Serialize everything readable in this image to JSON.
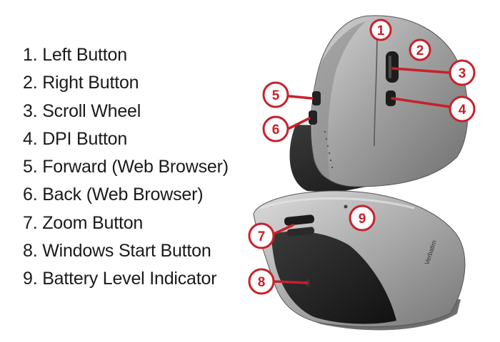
{
  "legend": {
    "items": [
      "1. Left Button",
      "2. Right Button",
      "3. Scroll Wheel",
      "4. DPI Button",
      "5. Forward  (Web Browser)",
      "6. Back (Web Browser)",
      "7. Zoom Button",
      "8. Windows Start Button",
      "9. Battery Level Indicator"
    ]
  },
  "callouts": [
    "1",
    "2",
    "3",
    "4",
    "5",
    "6",
    "7",
    "8",
    "9"
  ],
  "brand": "Verbatim",
  "colors": {
    "callout": "#c8202a",
    "mouse_body": "#9a9a9a",
    "mouse_dark": "#222222",
    "text": "#1a1a1a"
  }
}
